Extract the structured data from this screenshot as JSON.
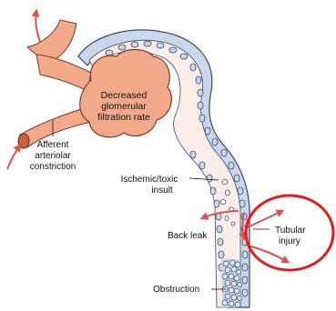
{
  "labels": {
    "gfr_line1": "Decreased",
    "gfr_line2": "glomerular",
    "gfr_line3": "filtration rate",
    "afferent_line1": "Afferent",
    "afferent_line2": "arteriolar",
    "afferent_line3": "constriction",
    "ischemic_line1": "Ischemic/toxic",
    "ischemic_line2": "insult",
    "back_leak": "Back leak",
    "tubular_line1": "Tubular",
    "tubular_line2": "injury",
    "obstruction": "Obstruction"
  },
  "colors": {
    "vessel": "#f2a98a",
    "vessel_dark": "#c9603f",
    "capsule_fill": "#fbeeea",
    "cell_fill": "#c9d7ea",
    "cell_stroke": "#3b4a66",
    "arrow": "#e0504a",
    "highlight_circle": "#e31b1b"
  },
  "icons": [
    "arrow-icon",
    "highlight-circle-icon"
  ]
}
